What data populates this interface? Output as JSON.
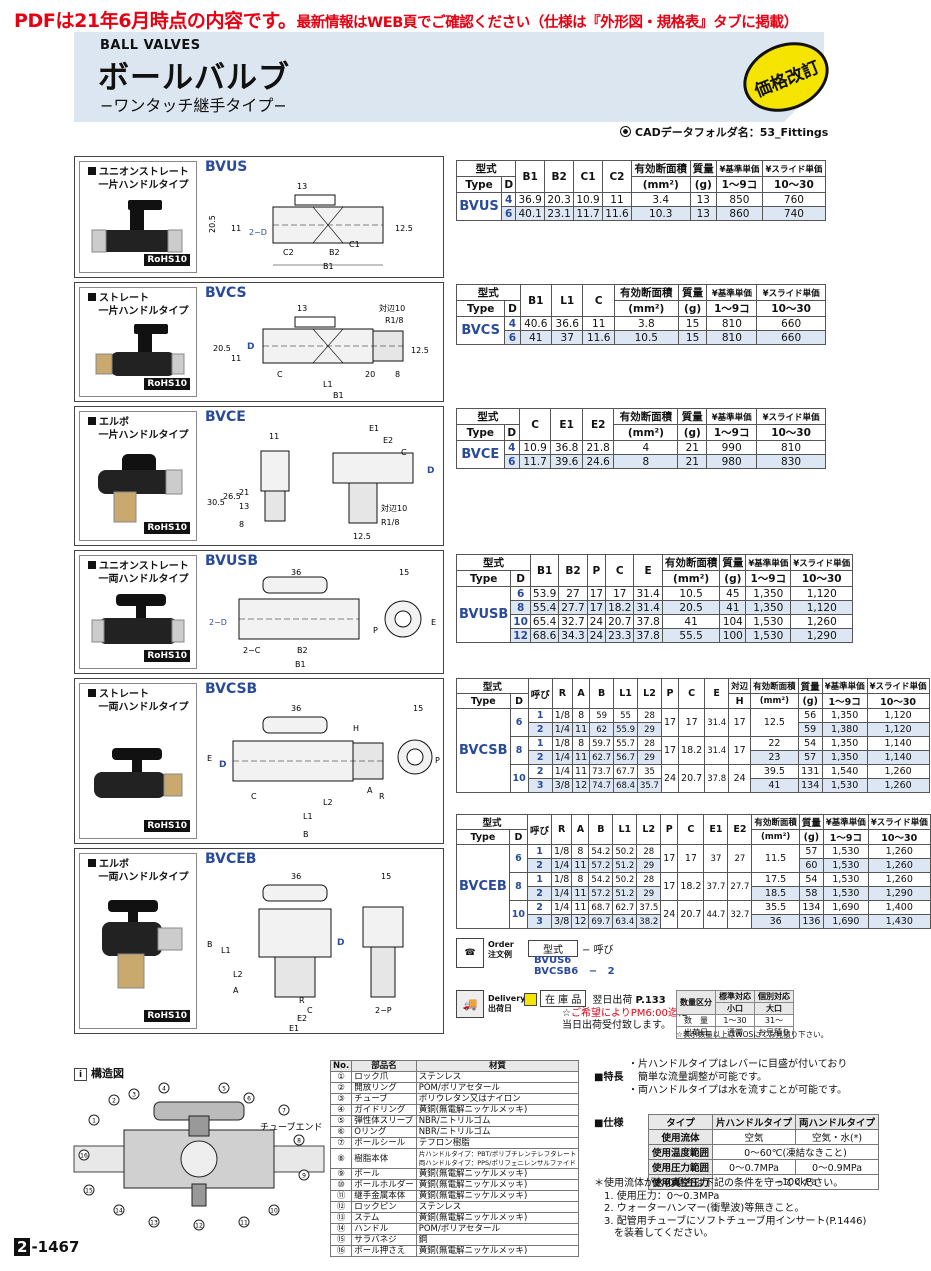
{
  "notice": {
    "lead": "PDFは21年6月時点の内容です。",
    "rest": "最新情報はWEB頁でご確認ください（仕様は『外形図・規格表』タブに掲載）"
  },
  "header": {
    "en_title": "BALL VALVES",
    "jp_title": "ボールバルブ",
    "jp_subtitle": "−ワンタッチ継手タイプ−",
    "badge": "価格改訂",
    "cad_folder": "CADデータフォルダ名：53_Fittings"
  },
  "rohs": "RoHS10",
  "products": [
    {
      "id": "bvus",
      "label1": "ユニオンストレート",
      "label2": "一片ハンドルタイプ",
      "name": "BVUS",
      "dims": [
        "13",
        "20.5",
        "11",
        "2−D",
        "12.5",
        "C2",
        "B2",
        "C1",
        "B1"
      ]
    },
    {
      "id": "bvcs",
      "label1": "ストレート",
      "label2": "一片ハンドルタイプ",
      "name": "BVCS",
      "dims": [
        "13",
        "対辺10",
        "R1/8",
        "20.5",
        "11",
        "D",
        "12.5",
        "C",
        "20",
        "8",
        "L1",
        "B1"
      ]
    },
    {
      "id": "bvce",
      "label1": "エルボ",
      "label2": "一片ハンドルタイプ",
      "name": "BVCE",
      "dims": [
        "11",
        "E1",
        "E2",
        "C",
        "D",
        "30.5",
        "26.5",
        "21",
        "13",
        "8",
        "対辺10",
        "R1/8",
        "12.5"
      ]
    },
    {
      "id": "bvusb",
      "label1": "ユニオンストレート",
      "label2": "一両ハンドルタイプ",
      "name": "BVUSB",
      "dims": [
        "36",
        "15",
        "2−D",
        "2−C",
        "B2",
        "B1",
        "P",
        "E"
      ]
    },
    {
      "id": "bvcsb",
      "label1": "ストレート",
      "label2": "一両ハンドルタイプ",
      "name": "BVCSB",
      "dims": [
        "36",
        "15",
        "H",
        "E",
        "D",
        "P",
        "C",
        "L2",
        "A",
        "R",
        "L1",
        "B"
      ]
    },
    {
      "id": "bvceb",
      "label1": "エルボ",
      "label2": "一両ハンドルタイプ",
      "name": "BVCEB",
      "dims": [
        "36",
        "15",
        "B",
        "L1",
        "L2",
        "A",
        "D",
        "R",
        "C",
        "E2",
        "E1",
        "2−P"
      ]
    }
  ],
  "tables": {
    "bvus": {
      "headers": [
        "型式",
        "Type",
        "D",
        "B1",
        "B2",
        "C1",
        "C2",
        "有効断面積",
        "(mm²)",
        "質量",
        "(g)",
        "¥基準単価",
        "1〜9コ",
        "¥スライド単価",
        "10〜30"
      ],
      "type": "BVUS",
      "rows": [
        [
          "4",
          "36.9",
          "20.3",
          "10.9",
          "11",
          "3.4",
          "13",
          "850",
          "760"
        ],
        [
          "6",
          "40.1",
          "23.1",
          "11.7",
          "11.6",
          "10.3",
          "13",
          "860",
          "740"
        ]
      ]
    },
    "bvcs": {
      "headers": [
        "型式",
        "Type",
        "D",
        "B1",
        "L1",
        "C",
        "有効断面積",
        "(mm²)",
        "質量",
        "(g)",
        "¥基準単価",
        "1〜9コ",
        "¥スライド単価",
        "10〜30"
      ],
      "type": "BVCS",
      "rows": [
        [
          "4",
          "40.6",
          "36.6",
          "11",
          "3.8",
          "15",
          "810",
          "660"
        ],
        [
          "6",
          "41",
          "37",
          "11.6",
          "10.5",
          "15",
          "810",
          "660"
        ]
      ]
    },
    "bvce": {
      "headers": [
        "型式",
        "Type",
        "D",
        "C",
        "E1",
        "E2",
        "有効断面積",
        "(mm²)",
        "質量",
        "(g)",
        "¥基準単価",
        "1〜9コ",
        "¥スライド単価",
        "10〜30"
      ],
      "type": "BVCE",
      "rows": [
        [
          "4",
          "10.9",
          "36.8",
          "21.8",
          "4",
          "21",
          "990",
          "810"
        ],
        [
          "6",
          "11.7",
          "39.6",
          "24.6",
          "8",
          "21",
          "980",
          "830"
        ]
      ]
    },
    "bvusb": {
      "headers": [
        "型式",
        "Type",
        "D",
        "B1",
        "B2",
        "P",
        "C",
        "E",
        "有効断面積",
        "(mm²)",
        "質量",
        "(g)",
        "¥基準単価",
        "1〜9コ",
        "¥スライド単価",
        "10〜30"
      ],
      "type": "BVUSB",
      "rows": [
        [
          "6",
          "53.9",
          "27",
          "17",
          "17",
          "31.4",
          "10.5",
          "45",
          "1,350",
          "1,120"
        ],
        [
          "8",
          "55.4",
          "27.7",
          "17",
          "18.2",
          "31.4",
          "20.5",
          "41",
          "1,350",
          "1,120"
        ],
        [
          "10",
          "65.4",
          "32.7",
          "24",
          "20.7",
          "37.8",
          "41",
          "104",
          "1,530",
          "1,260"
        ],
        [
          "12",
          "68.6",
          "34.3",
          "24",
          "23.3",
          "37.8",
          "55.5",
          "100",
          "1,530",
          "1,290"
        ]
      ]
    },
    "bvcsb": {
      "headers": [
        "型式",
        "Type",
        "D",
        "呼び",
        "R",
        "A",
        "B",
        "L1",
        "L2",
        "P",
        "C",
        "E",
        "対辺",
        "H",
        "有効断面積",
        "(mm²)",
        "質量",
        "(g)",
        "¥基準単価",
        "1〜9コ",
        "¥スライド単価",
        "10〜30"
      ],
      "type": "BVCSB",
      "groups": [
        {
          "d": "6",
          "p": "17",
          "c": "17",
          "e": "31.4",
          "h": "17",
          "area": "12.5",
          "rows": [
            [
              "1",
              "1/8",
              "8",
              "59",
              "55",
              "28",
              "56",
              "1,350",
              "1,120"
            ],
            [
              "2",
              "1/4",
              "11",
              "62",
              "55.9",
              "29",
              "59",
              "1,380",
              "1,120"
            ]
          ]
        },
        {
          "d": "8",
          "p": "17",
          "c": "18.2",
          "e": "31.4",
          "h": "17",
          "area": "",
          "rows": [
            [
              "1",
              "1/8",
              "8",
              "59.7",
              "55.7",
              "28",
              "54",
              "1,350",
              "1,140"
            ],
            [
              "2",
              "1/4",
              "11",
              "62.7",
              "56.7",
              "29",
              "57",
              "1,350",
              "1,140"
            ]
          ],
          "areas": [
            "22",
            "23"
          ]
        },
        {
          "d": "10",
          "p": "24",
          "c": "20.7",
          "e": "37.8",
          "h": "24",
          "area": "",
          "rows": [
            [
              "2",
              "1/4",
              "11",
              "73.7",
              "67.7",
              "35",
              "131",
              "1,540",
              "1,260"
            ],
            [
              "3",
              "3/8",
              "12",
              "74.7",
              "68.4",
              "35.7",
              "134",
              "1,530",
              "1,260"
            ]
          ],
          "areas": [
            "39.5",
            "41"
          ]
        }
      ]
    },
    "bvceb": {
      "headers": [
        "型式",
        "Type",
        "D",
        "呼び",
        "R",
        "A",
        "B",
        "L1",
        "L2",
        "P",
        "C",
        "E1",
        "E2",
        "有効断面積",
        "(mm²)",
        "質量",
        "(g)",
        "¥基準単価",
        "1〜9コ",
        "¥スライド単価",
        "10〜30"
      ],
      "type": "BVCEB",
      "groups": [
        {
          "d": "6",
          "p": "17",
          "c": "17",
          "e1": "37",
          "e2": "27",
          "rows": [
            [
              "1",
              "1/8",
              "8",
              "54.2",
              "50.2",
              "28",
              "57",
              "1,530",
              "1,260"
            ],
            [
              "2",
              "1/4",
              "11",
              "57.2",
              "51.2",
              "29",
              "60",
              "1,530",
              "1,260"
            ]
          ],
          "areas": [
            "11.5"
          ]
        },
        {
          "d": "8",
          "p": "17",
          "c": "18.2",
          "e1": "37.7",
          "e2": "27.7",
          "rows": [
            [
              "1",
              "1/8",
              "8",
              "54.2",
              "50.2",
              "28",
              "54",
              "1,530",
              "1,260"
            ],
            [
              "2",
              "1/4",
              "11",
              "57.2",
              "51.2",
              "29",
              "58",
              "1,530",
              "1,290"
            ]
          ],
          "areas": [
            "17.5",
            "18.5"
          ]
        },
        {
          "d": "10",
          "p": "24",
          "c": "20.7",
          "e1": "44.7",
          "e2": "32.7",
          "rows": [
            [
              "2",
              "1/4",
              "11",
              "68.7",
              "62.7",
              "37.5",
              "134",
              "1,690",
              "1,400"
            ],
            [
              "3",
              "3/8",
              "12",
              "69.7",
              "63.4",
              "38.2",
              "136",
              "1,690",
              "1,430"
            ]
          ],
          "areas": [
            "35.5",
            "36"
          ]
        }
      ]
    }
  },
  "order": {
    "label1": "Order",
    "label2": "注文例",
    "col1": "型式",
    "col2": "呼び",
    "ex1": "BVUS6",
    "ex2": "BVCSB6",
    "ex2_sep": "−",
    "ex2_call": "2"
  },
  "delivery": {
    "label1": "Delivery",
    "label2": "出荷日",
    "stock": "在 庫 品",
    "ship": "翌日出荷",
    "page_ref": "P.133",
    "note_red": "ご希望により",
    "note_red2": "PM6:00迄",
    "note1": "に",
    "note2": "当日出荷受付致します。"
  },
  "qty": {
    "h_qty": "数量区分",
    "h_std": "標準対応",
    "h_std_sub": "小口",
    "h_ind": "個別対応",
    "h_ind_sub": "大口",
    "r1_label": "数　量",
    "r1_std": "1〜30",
    "r1_ind": "31〜",
    "r2_label": "出荷日",
    "r2_std": "通常",
    "r2_ind": "お見積り",
    "note": "☆表示数量以上はWOSにてお見積り下さい。"
  },
  "structure": {
    "title": "構造図",
    "tube_end": "チューブエンド",
    "callouts": [
      "1",
      "2",
      "3",
      "4",
      "5",
      "6",
      "7",
      "8",
      "9",
      "10",
      "11",
      "12",
      "13",
      "14",
      "15",
      "16"
    ]
  },
  "parts": {
    "h_no": "No.",
    "h_name": "部品名",
    "h_mat": "材質",
    "rows": [
      [
        "①",
        "ロック爪",
        "ステンレス"
      ],
      [
        "②",
        "開放リング",
        "POM/ポリアセタール"
      ],
      [
        "③",
        "チューブ",
        "ポリウレタン又はナイロン"
      ],
      [
        "④",
        "ガイドリング",
        "黄銅(無電解ニッケルメッキ)"
      ],
      [
        "⑤",
        "弾性体スリーブ",
        "NBR/ニトリルゴム"
      ],
      [
        "⑥",
        "Oリング",
        "NBR/ニトリルゴム"
      ],
      [
        "⑦",
        "ボールシール",
        "テフロン樹脂"
      ],
      [
        "⑧",
        "樹脂本体",
        "片ハンドルタイプ：PBT/ポリブチレンテレフタレート|両ハンドルタイプ：PPS/ポリフェニレンサルファイド"
      ],
      [
        "⑨",
        "ボール",
        "黄銅(無電解ニッケルメッキ)"
      ],
      [
        "⑩",
        "ボールホルダー",
        "黄銅(無電解ニッケルメッキ)"
      ],
      [
        "⑪",
        "継手金属本体",
        "黄銅(無電解ニッケルメッキ)"
      ],
      [
        "⑫",
        "ロックピン",
        "ステンレス"
      ],
      [
        "⑬",
        "ステム",
        "黄銅(無電解ニッケルメッキ)"
      ],
      [
        "⑭",
        "ハンドル",
        "POM/ポリアセタール"
      ],
      [
        "⑮",
        "サラバネジ",
        "鋼"
      ],
      [
        "⑯",
        "ボール押さえ",
        "黄銅(無電解ニッケルメッキ)"
      ]
    ]
  },
  "features": {
    "title": "■特長",
    "lines": [
      "・片ハンドルタイプはレバーに目盛が付いており",
      "　簡単な流量調整が可能です。",
      "・両ハンドルタイプは水を流すことが可能です。"
    ]
  },
  "specs": {
    "title": "■仕様",
    "h_type": "タイプ",
    "h_single": "片ハンドルタイプ",
    "h_double": "両ハンドルタイプ",
    "rows": [
      {
        "label": "使用流体",
        "single": "空気",
        "double": "空気・水(*)"
      },
      {
        "label": "使用温度範囲",
        "both": "0〜60℃(凍結なきこと)"
      },
      {
        "label": "使用圧力範囲",
        "single": "0〜0.7MPa",
        "double": "0〜0.9MPa"
      },
      {
        "label": "使用真空圧力",
        "both": "−100kPa"
      }
    ],
    "notes": [
      "＊使用流体が水の場合は下記の条件を守ってください。",
      "　1. 使用圧力：0〜0.3MPa",
      "　2. ウォーターハンマー(衝撃波)等無きこと。",
      "　3. 配管用チューブにソフトチューブ用インサート(P.1446)",
      "　　を装着してください。"
    ]
  },
  "page": {
    "section": "2",
    "number": "-1467"
  }
}
